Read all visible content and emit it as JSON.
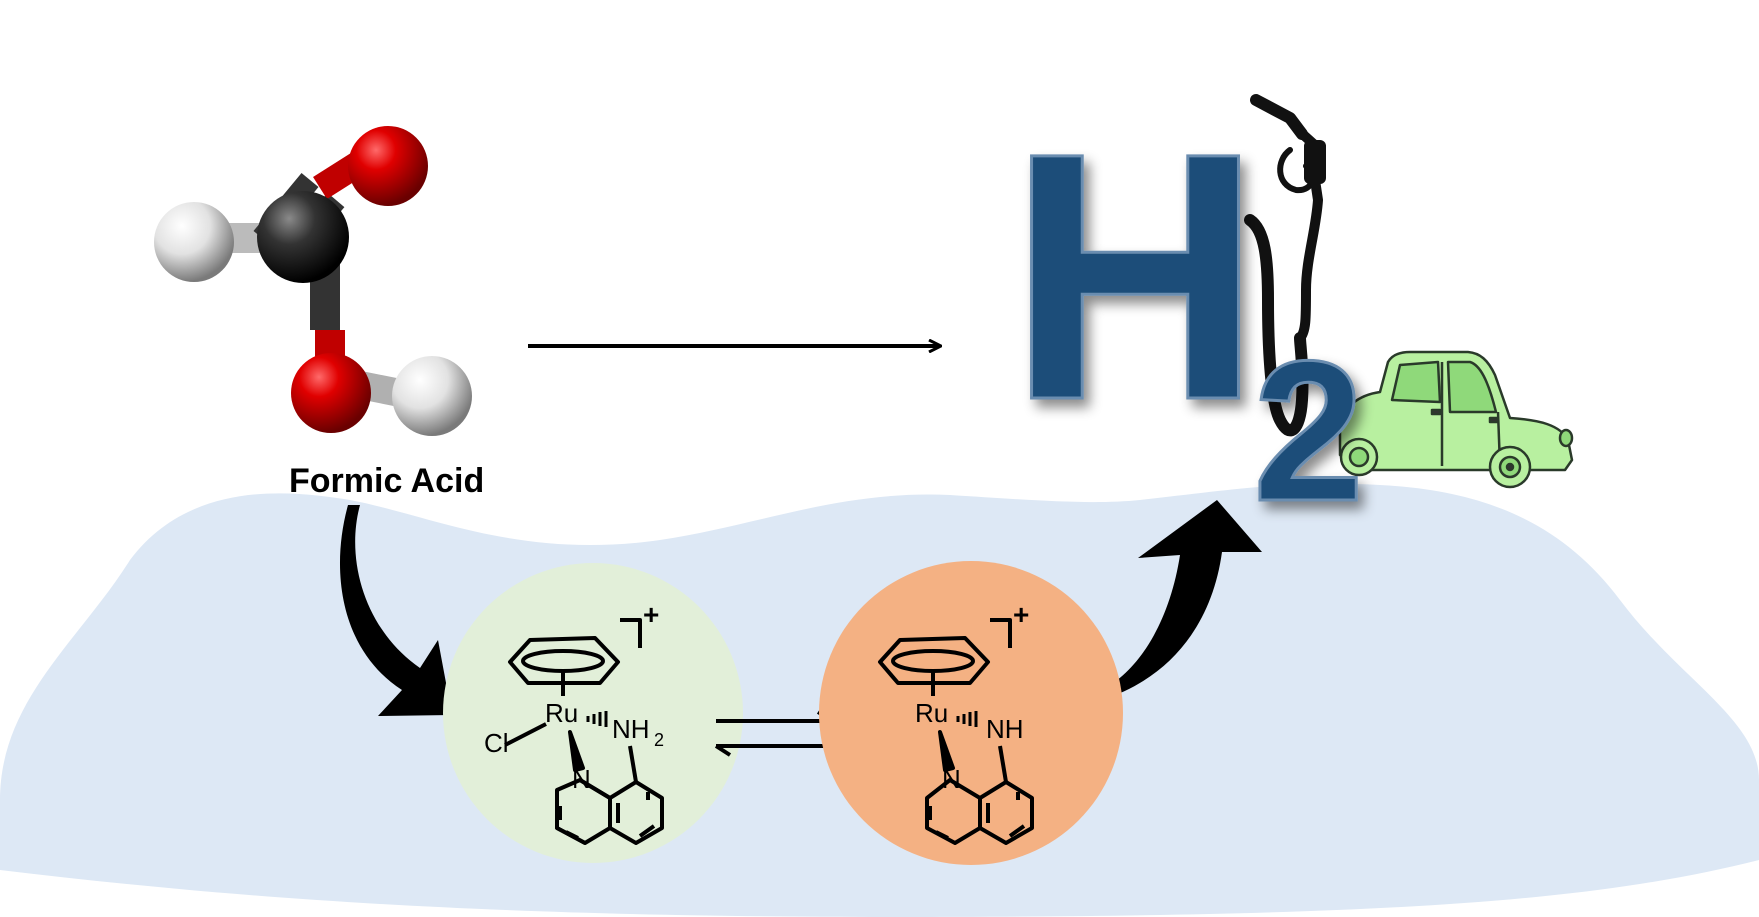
{
  "reactant": {
    "name": "Formic Acid"
  },
  "product": {
    "letter": "H",
    "subscript": "2"
  },
  "complex_1": {
    "charge": "+",
    "metal": "Ru",
    "ligand_top_right": "NH",
    "ligand_top_right_sub": "2",
    "ligand_left": "Cl",
    "ring_nitrogen": "N"
  },
  "complex_2": {
    "charge": "+",
    "metal": "Ru",
    "ligand_top_right": "NH",
    "ring_nitrogen": "N"
  },
  "icons": [
    "formic-acid-molecule-model",
    "fuel-nozzle-icon",
    "car-icon",
    "benzene-ring-icon",
    "quinoline-ring-icon"
  ],
  "colors": {
    "background_blob": "#dde8f5",
    "complex_1_circle": "#e2efd9",
    "complex_2_circle": "#f4b183",
    "h2_text": "#1f4e79",
    "oxygen": "#d40000",
    "carbon": "#2b2b2b",
    "hydrogen": "#e0e0e0",
    "car": "#b8f0a0"
  }
}
